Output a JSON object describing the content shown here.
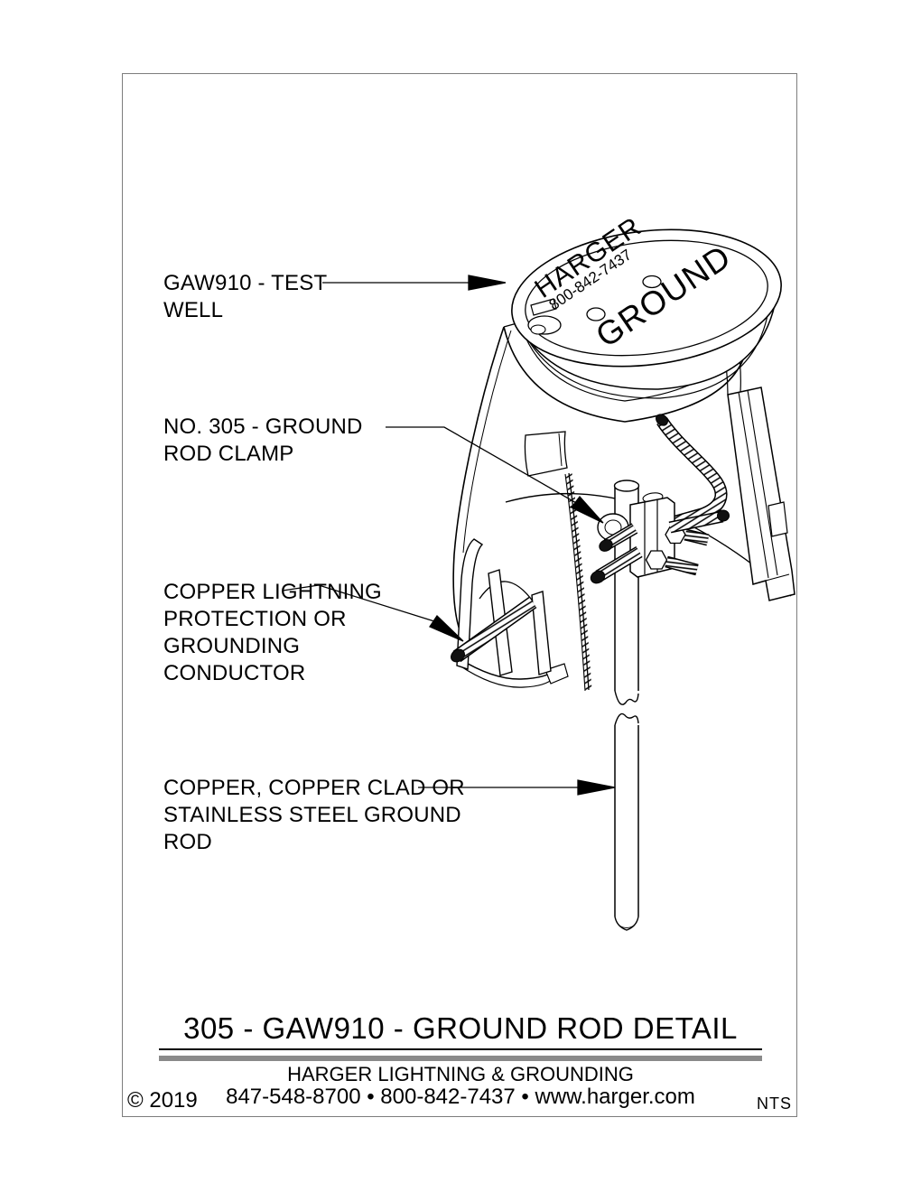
{
  "page": {
    "background": "#ffffff",
    "border_color": "#7d7d7d"
  },
  "callouts": {
    "test_well": {
      "lines": [
        "GAW910 - TEST",
        "WELL"
      ]
    },
    "rod_clamp": {
      "lines": [
        "NO. 305 - GROUND",
        "ROD CLAMP"
      ]
    },
    "conductor": {
      "lines": [
        "COPPER LIGHTNING",
        "PROTECTION OR",
        "GROUNDING",
        "CONDUCTOR"
      ]
    },
    "ground_rod": {
      "lines": [
        "COPPER, COPPER CLAD OR",
        "STAINLESS STEEL GROUND",
        "ROD"
      ]
    }
  },
  "lid": {
    "brand": "HARGER",
    "phone": "800-842-7437",
    "word": "GROUND"
  },
  "title_block": {
    "title": "305 - GAW910 - GROUND ROD DETAIL",
    "company": "HARGER LIGHTNING & GROUNDING",
    "contact": "847-548-8700 • 800-842-7437 • www.harger.com",
    "copyright": "© 2019",
    "scale": "NTS"
  },
  "colors": {
    "ink": "#000000",
    "rule_gray": "#8a8a8a"
  }
}
